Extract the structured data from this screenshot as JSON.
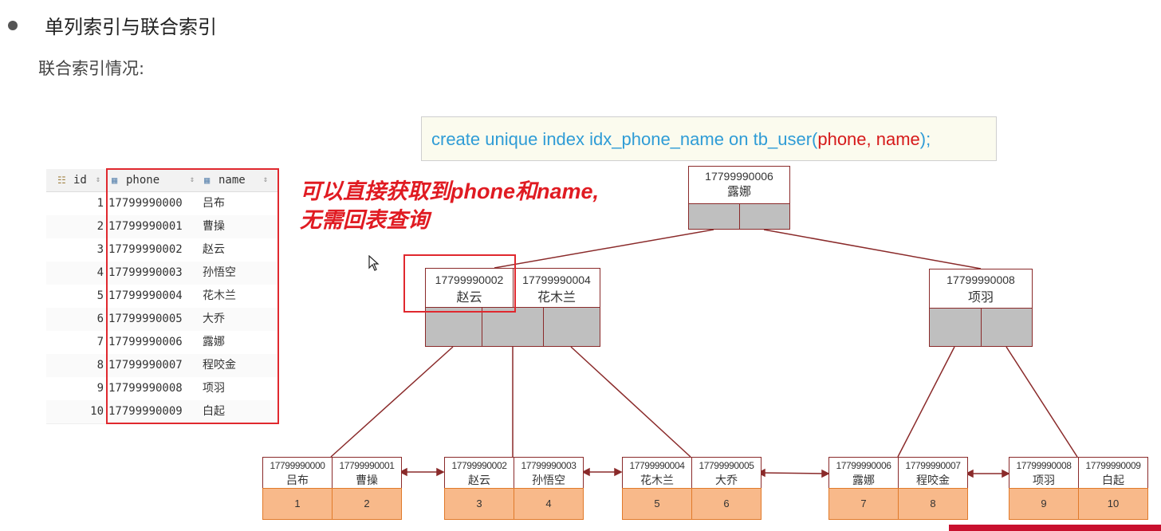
{
  "heading": "单列索引与联合索引",
  "subheading": "联合索引情况:",
  "sql": {
    "prefix": "create unique index idx_phone_name on tb_user(",
    "highlight": "phone, name",
    "suffix": ");"
  },
  "callout": {
    "line1": "可以直接获取到phone和name,",
    "line2": "无需回表查询"
  },
  "table": {
    "headers": [
      "id",
      "phone",
      "name"
    ],
    "rows": [
      {
        "id": "1",
        "phone": "17799990000",
        "name": "吕布"
      },
      {
        "id": "2",
        "phone": "17799990001",
        "name": "曹操"
      },
      {
        "id": "3",
        "phone": "17799990002",
        "name": "赵云"
      },
      {
        "id": "4",
        "phone": "17799990003",
        "name": "孙悟空"
      },
      {
        "id": "5",
        "phone": "17799990004",
        "name": "花木兰"
      },
      {
        "id": "6",
        "phone": "17799990005",
        "name": "大乔"
      },
      {
        "id": "7",
        "phone": "17799990006",
        "name": "露娜"
      },
      {
        "id": "8",
        "phone": "17799990007",
        "name": "程咬金"
      },
      {
        "id": "9",
        "phone": "17799990008",
        "name": "项羽"
      },
      {
        "id": "10",
        "phone": "17799990009",
        "name": "白起"
      }
    ]
  },
  "tree": {
    "root": {
      "phone": "17799990006",
      "name": "露娜"
    },
    "mid_left": [
      {
        "phone": "17799990002",
        "name": "赵云"
      },
      {
        "phone": "17799990004",
        "name": "花木兰"
      }
    ],
    "mid_right": {
      "phone": "17799990008",
      "name": "项羽"
    },
    "leaves": [
      [
        {
          "phone": "17799990000",
          "name": "吕布",
          "id": "1"
        },
        {
          "phone": "17799990001",
          "name": "曹操",
          "id": "2"
        }
      ],
      [
        {
          "phone": "17799990002",
          "name": "赵云",
          "id": "3"
        },
        {
          "phone": "17799990003",
          "name": "孙悟空",
          "id": "4"
        }
      ],
      [
        {
          "phone": "17799990004",
          "name": "花木兰",
          "id": "5"
        },
        {
          "phone": "17799990005",
          "name": "大乔",
          "id": "6"
        }
      ],
      [
        {
          "phone": "17799990006",
          "name": "露娜",
          "id": "7"
        },
        {
          "phone": "17799990007",
          "name": "程咬金",
          "id": "8"
        }
      ],
      [
        {
          "phone": "17799990008",
          "name": "项羽",
          "id": "9"
        },
        {
          "phone": "17799990009",
          "name": "白起",
          "id": "10"
        }
      ]
    ]
  },
  "colors": {
    "accent_red": "#e01b22",
    "sql_blue": "#2f9cd6",
    "node_border": "#8a2a2a",
    "pointer_gray": "#bfbfbf",
    "leaf_orange": "#f8b98a"
  }
}
